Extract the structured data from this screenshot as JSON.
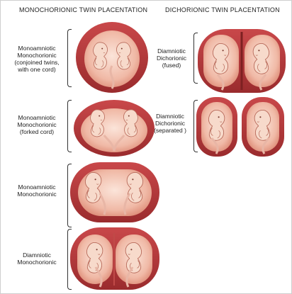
{
  "titles": {
    "monochorionic": "MONOCHORIONIC TWIN PLACENTATION",
    "dichorionic": "DICHORIONIC TWIN PLACENTATION"
  },
  "mono_labels": [
    "Monoamniotic\nMonochorionic\n(conjoined twins,\nwith one cord)",
    "Monoamniotic\nMonochorionic\n(forked cord)",
    "Monoamniotic\nMonochorionic",
    "Diamniotic\nMonochorionic"
  ],
  "di_labels": [
    "Diamniotic\nDichorionic\n(fused)",
    "Diamniotic\nDichorionic\n(separated )"
  ],
  "colors": {
    "chorion": "#b8383b",
    "chorion_dark": "#8c2426",
    "amnion": "#f2c3b4",
    "fetus": "#f6d7c8",
    "fetus_outline": "#b86a5a",
    "text": "#222222"
  }
}
